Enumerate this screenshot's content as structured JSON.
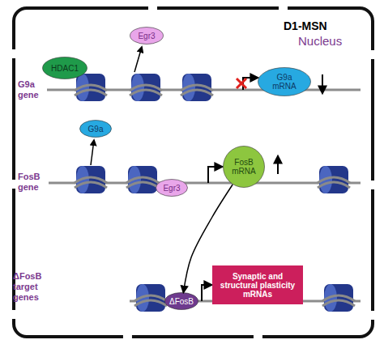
{
  "diagram": {
    "nodes": [
      {
        "text": [
          "D1-MSN",
          "Nucleus"
        ]
      },
      {
        "text": [
          "HDAC1"
        ],
        "in": 0
      },
      {
        "text": [
          "Egr3"
        ],
        "in": 0
      },
      {
        "text": [
          "G9a mRNA"
        ],
        "in": 0
      },
      {
        "text": [
          "G9a"
        ],
        "in": 0
      },
      {
        "text": [
          "Egr3"
        ],
        "in": 0
      },
      {
        "text": [
          "FosB mRNA"
        ],
        "in": 0
      },
      {
        "text": [
          "ΔFosB"
        ],
        "in": 0
      },
      {
        "text": [
          "Synaptic and structural plasticity mRNAs"
        ],
        "in": 0
      }
    ],
    "edges": [
      {
        "from": 6,
        "to": 7,
        "arrow": "to"
      }
    ],
    "labels": [
      "G9a gene",
      "FosB gene",
      "ΔFosB target genes"
    ]
  }
}
